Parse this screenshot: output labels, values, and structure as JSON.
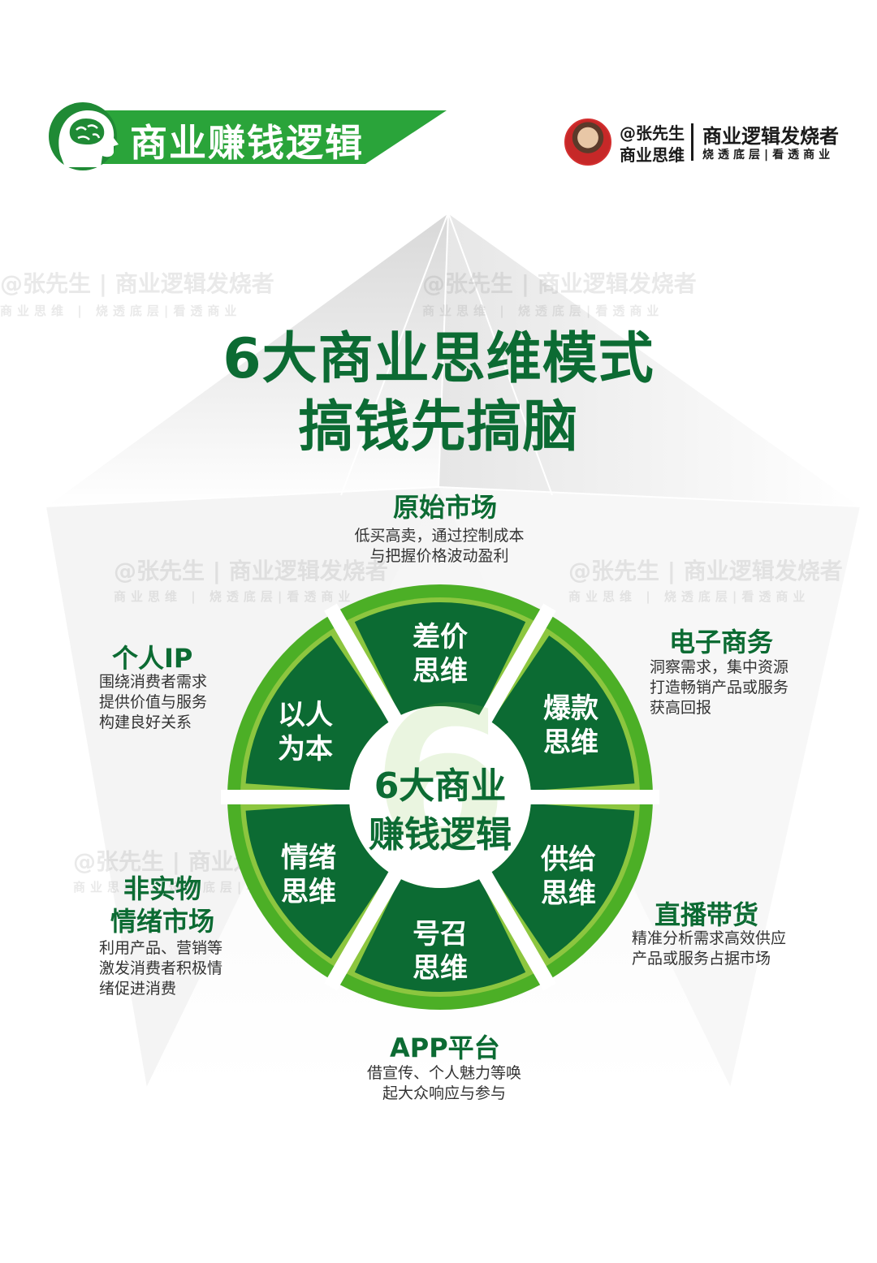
{
  "header": {
    "title": "商业赚钱逻辑",
    "author_handle": "@张先生",
    "author_sub": "商业思维",
    "brand_name": "商业逻辑发烧者",
    "brand_slogan": "烧透底层|看透商业"
  },
  "watermark": {
    "line1": "@张先生 | 商业逻辑发烧者",
    "line2": "商业思维 | 烧透底层|看透商业"
  },
  "main_title": {
    "line1": "6大商业思维模式",
    "line2": "搞钱先搞脑"
  },
  "wheel": {
    "center_line1": "6大商业",
    "center_line2": "赚钱逻辑",
    "center_digit": "6",
    "segments": [
      {
        "line1": "差价",
        "line2": "思维"
      },
      {
        "line1": "爆款",
        "line2": "思维"
      },
      {
        "line1": "供给",
        "line2": "思维"
      },
      {
        "line1": "号召",
        "line2": "思维"
      },
      {
        "line1": "情绪",
        "line2": "思维"
      },
      {
        "line1": "以人",
        "line2": "为本"
      }
    ]
  },
  "callouts": {
    "top": {
      "title": "原始市场",
      "desc": [
        "低买高卖，通过控制成本",
        "与把握价格波动盈利"
      ]
    },
    "right_top": {
      "title": "电子商务",
      "desc": [
        "洞察需求，集中资源",
        "打造畅销产品或服务",
        "获高回报"
      ]
    },
    "right_bottom": {
      "title": "直播带货",
      "desc": [
        "精准分析需求高效供应",
        "产品或服务占据市场"
      ]
    },
    "bottom": {
      "title": "APP平台",
      "desc": [
        "借宣传、个人魅力等唤",
        "起大众响应与参与"
      ]
    },
    "left_bottom": {
      "title_line1": "非实物",
      "title_line2": "情绪市场",
      "desc": [
        "利用产品、营销等",
        "激发消费者积极情",
        "绪促进消费"
      ]
    },
    "left_top": {
      "title": "个人IP",
      "desc": [
        "围绕消费者需求",
        "提供价值与服务",
        "构建良好关系"
      ]
    }
  },
  "colors": {
    "dark_green": "#0c6b33",
    "bright_green": "#4caf26",
    "light_green": "#8cc63f",
    "banner_green": "#2aa43a"
  }
}
